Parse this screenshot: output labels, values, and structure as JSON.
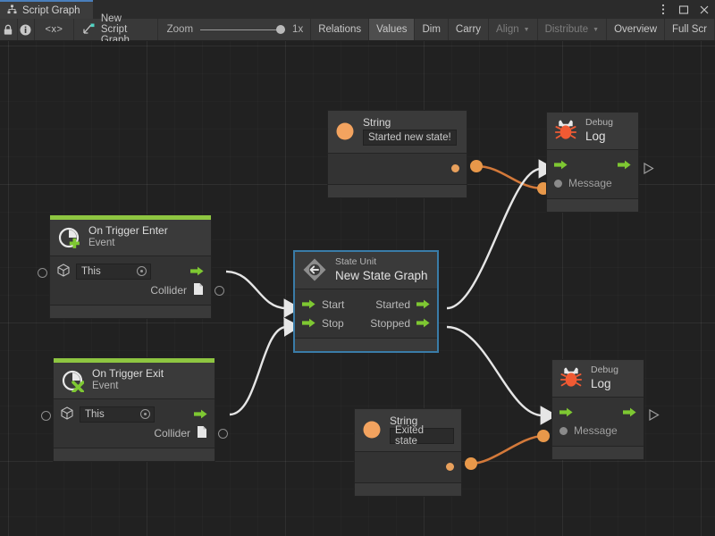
{
  "window": {
    "tab_title": "Script Graph",
    "tab_icon": "script-graph-icon",
    "controls": {
      "menu": "kebab-menu-icon",
      "maximize": "maximize-icon",
      "close": "close-icon"
    }
  },
  "toolbar": {
    "lock_icon": "lock-icon",
    "info_icon": "info-icon",
    "code_label": "<x>",
    "graph_icon": "graph-node-icon",
    "graph_name": "New Script Graph",
    "zoom_label": "Zoom",
    "zoom_value": "1x",
    "buttons": [
      {
        "label": "Relations",
        "state": "normal",
        "caret": false
      },
      {
        "label": "Values",
        "state": "active",
        "caret": false
      },
      {
        "label": "Dim",
        "state": "normal",
        "caret": false
      },
      {
        "label": "Carry",
        "state": "normal",
        "caret": false
      },
      {
        "label": "Align",
        "state": "dim",
        "caret": true
      },
      {
        "label": "Distribute",
        "state": "dim",
        "caret": true
      },
      {
        "label": "Overview",
        "state": "normal",
        "caret": false
      },
      {
        "label": "Full Scr",
        "state": "normal",
        "caret": false
      }
    ]
  },
  "graph": {
    "nodes": [
      {
        "id": "string-top",
        "kind": "string-literal",
        "icon": "string-value-icon",
        "title": "String",
        "value": "Started new state!",
        "output_port": "value-output"
      },
      {
        "id": "debug-log-top",
        "kind": "debug-log",
        "icon": "bug-icon",
        "title_small": "Debug",
        "title_big": "Log",
        "input_flow": "flow-in",
        "output_flow": "flow-out",
        "message_label": "Message"
      },
      {
        "id": "on-trigger-enter",
        "kind": "event",
        "icon": "event-enter-icon",
        "title_small": "On Trigger Enter",
        "title_big": "Event",
        "target_value": "This",
        "collider_label": "Collider",
        "output_flow": "flow-out"
      },
      {
        "id": "state-unit",
        "kind": "state-unit",
        "icon": "state-unit-icon",
        "title_small": "State Unit",
        "title_big": "New  State  Graph",
        "selected": true,
        "inputs": [
          "Start",
          "Stop"
        ],
        "outputs": [
          "Started",
          "Stopped"
        ]
      },
      {
        "id": "on-trigger-exit",
        "kind": "event",
        "icon": "event-exit-icon",
        "title_small": "On Trigger Exit",
        "title_big": "Event",
        "target_value": "This",
        "collider_label": "Collider",
        "output_flow": "flow-out"
      },
      {
        "id": "string-bottom",
        "kind": "string-literal",
        "icon": "string-value-icon",
        "title": "String",
        "value": "Exited state",
        "output_port": "value-output"
      },
      {
        "id": "debug-log-bottom",
        "kind": "debug-log",
        "icon": "bug-icon",
        "title_small": "Debug",
        "title_big": "Log",
        "input_flow": "flow-in",
        "output_flow": "flow-out",
        "message_label": "Message"
      }
    ],
    "edges": [
      {
        "from": "string-top",
        "to": "debug-log-top",
        "type": "value"
      },
      {
        "from": "on-trigger-enter",
        "to": "state-unit",
        "type": "flow"
      },
      {
        "from": "on-trigger-exit",
        "to": "state-unit",
        "type": "flow"
      },
      {
        "from": "state-unit.started",
        "to": "debug-log-top",
        "type": "flow"
      },
      {
        "from": "state-unit.stopped",
        "to": "debug-log-bottom",
        "type": "flow"
      },
      {
        "from": "string-bottom",
        "to": "debug-log-bottom",
        "type": "value"
      }
    ]
  },
  "colors": {
    "accent_green": "#8ec641",
    "value_orange": "#e8984a",
    "flow_white": "#e6e6e6",
    "selection_blue": "#3a7ca8",
    "canvas_bg": "#212121",
    "node_bg": "#333333"
  }
}
